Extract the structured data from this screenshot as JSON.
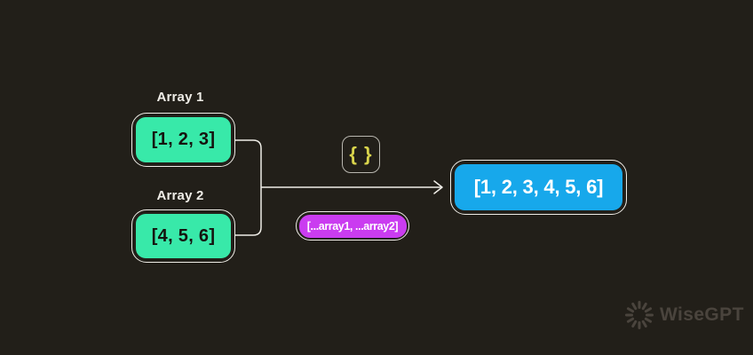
{
  "diagram": {
    "source_arrays": [
      {
        "label": "Array 1",
        "value": "[1, 2, 3]"
      },
      {
        "label": "Array 2",
        "value": "[4, 5, 6]"
      }
    ],
    "result": {
      "value": "[1, 2, 3, 4, 5, 6]"
    },
    "object_badge": {
      "text": "{ }"
    },
    "spread_badge": {
      "text": "[...array1, ...array2]"
    }
  },
  "colors": {
    "background": "#221f19",
    "array_box": "#38e9a9",
    "result_box": "#17a8eb",
    "spread_badge": "#ca3cf0",
    "braces": "#d9d44c",
    "line": "#efede7",
    "logo": "#4a443d"
  },
  "branding": {
    "logo_text": "WiseGPT",
    "logo_icon": "hex-burst-icon"
  }
}
